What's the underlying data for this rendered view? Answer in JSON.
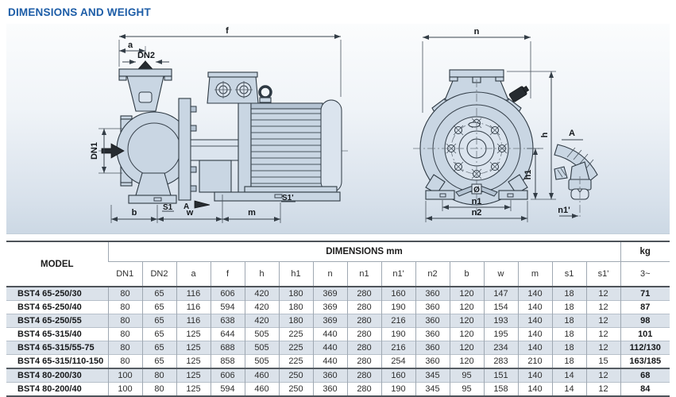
{
  "page": {
    "title": "DIMENSIONS AND WEIGHT"
  },
  "drawings": {
    "side": {
      "labels": {
        "f": "f",
        "a": "a",
        "dn2": "DN2",
        "dn1": "DN1",
        "s1": "S1",
        "view_a": "A",
        "s1_prime": "S1'",
        "b": "b",
        "w": "w",
        "m": "m"
      }
    },
    "front": {
      "labels": {
        "n": "n",
        "h": "h",
        "h1": "h1",
        "n1": "n1",
        "n2": "n2",
        "drain": "Ø"
      }
    },
    "detail": {
      "labels": {
        "title": "A",
        "n1_prime": "n1'"
      }
    }
  },
  "table": {
    "headers": {
      "model": "MODEL",
      "group": "DIMENSIONS mm",
      "kg": "kg",
      "kg_sub": "3~"
    },
    "columns": [
      "DN1",
      "DN2",
      "a",
      "f",
      "h",
      "h1",
      "n",
      "n1",
      "n1'",
      "n2",
      "b",
      "w",
      "m",
      "s1",
      "s1'"
    ],
    "rows": [
      {
        "model": "BST4 65-250/30",
        "values": [
          "80",
          "65",
          "116",
          "606",
          "420",
          "180",
          "369",
          "280",
          "160",
          "360",
          "120",
          "147",
          "140",
          "18",
          "12"
        ],
        "kg": "71",
        "shaded": true
      },
      {
        "model": "BST4 65-250/40",
        "values": [
          "80",
          "65",
          "116",
          "594",
          "420",
          "180",
          "369",
          "280",
          "190",
          "360",
          "120",
          "154",
          "140",
          "18",
          "12"
        ],
        "kg": "87",
        "shaded": false
      },
      {
        "model": "BST4 65-250/55",
        "values": [
          "80",
          "65",
          "116",
          "638",
          "420",
          "180",
          "369",
          "280",
          "216",
          "360",
          "120",
          "193",
          "140",
          "18",
          "12"
        ],
        "kg": "98",
        "shaded": true
      },
      {
        "model": "BST4 65-315/40",
        "values": [
          "80",
          "65",
          "125",
          "644",
          "505",
          "225",
          "440",
          "280",
          "190",
          "360",
          "120",
          "195",
          "140",
          "18",
          "12"
        ],
        "kg": "101",
        "shaded": false
      },
      {
        "model": "BST4 65-315/55-75",
        "values": [
          "80",
          "65",
          "125",
          "688",
          "505",
          "225",
          "440",
          "280",
          "216",
          "360",
          "120",
          "234",
          "140",
          "18",
          "12"
        ],
        "kg": "112/130",
        "shaded": true
      },
      {
        "model": "BST4 65-315/110-150",
        "values": [
          "80",
          "65",
          "125",
          "858",
          "505",
          "225",
          "440",
          "280",
          "254",
          "360",
          "120",
          "283",
          "210",
          "18",
          "15"
        ],
        "kg": "163/185",
        "shaded": false
      },
      {
        "model": "BST4 80-200/30",
        "values": [
          "100",
          "80",
          "125",
          "606",
          "460",
          "250",
          "360",
          "280",
          "160",
          "345",
          "95",
          "151",
          "140",
          "14",
          "12"
        ],
        "kg": "68",
        "shaded": true,
        "sep_above": true
      },
      {
        "model": "BST4 80-200/40",
        "values": [
          "100",
          "80",
          "125",
          "594",
          "460",
          "250",
          "360",
          "280",
          "190",
          "345",
          "95",
          "158",
          "140",
          "14",
          "12"
        ],
        "kg": "84",
        "shaded": false
      }
    ]
  },
  "colors": {
    "accent_blue": "#1d5da7",
    "row_shade": "#dbe2ea",
    "part_fill": "#c9d6e3"
  }
}
